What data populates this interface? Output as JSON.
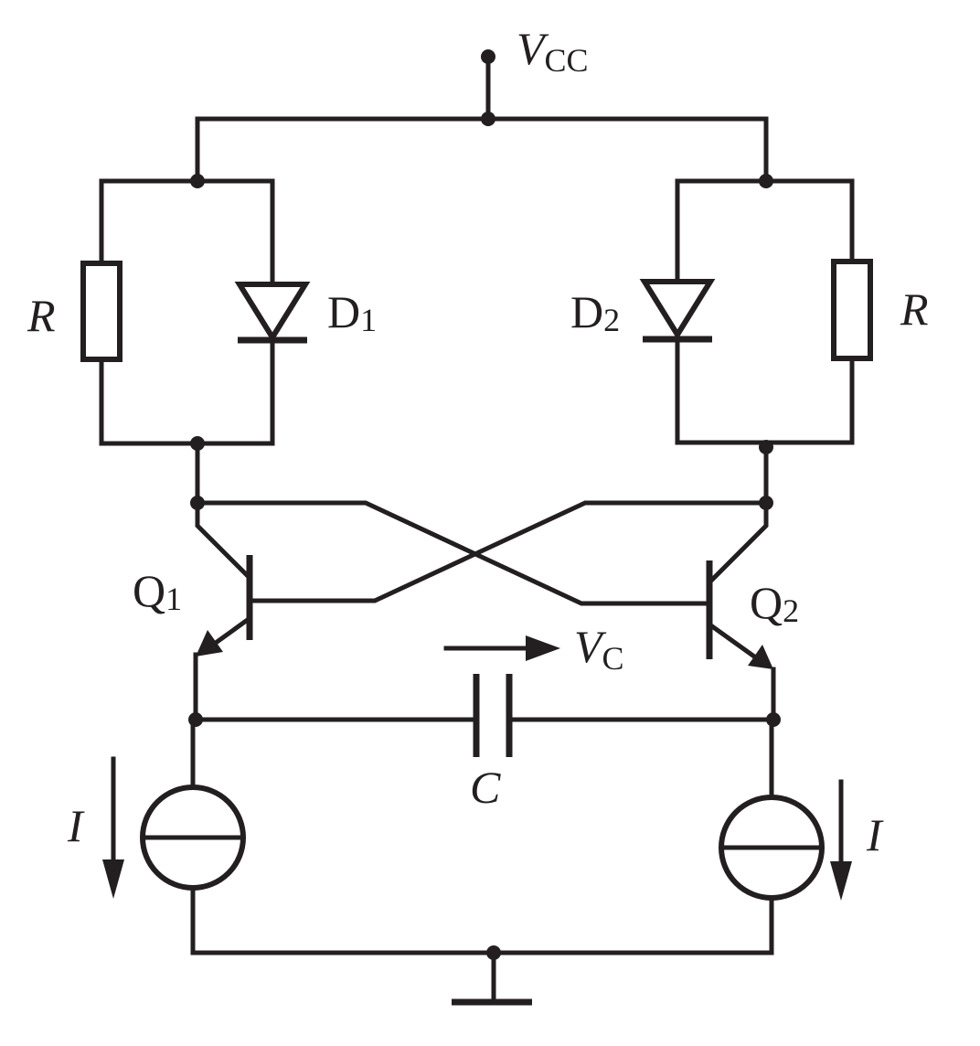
{
  "labels": {
    "vcc": {
      "main": "V",
      "sub": "CC"
    },
    "r_left": "R",
    "r_right": "R",
    "d1": {
      "main": "D",
      "sub": "1"
    },
    "d2": {
      "main": "D",
      "sub": "2"
    },
    "q1": {
      "main": "Q",
      "sub": "1"
    },
    "q2": {
      "main": "Q",
      "sub": "2"
    },
    "vc": {
      "main": "V",
      "sub": "C"
    },
    "c": "C",
    "i_left": "I",
    "i_right": "I"
  },
  "colors": {
    "ink": "#231f20",
    "background": "#ffffff"
  }
}
